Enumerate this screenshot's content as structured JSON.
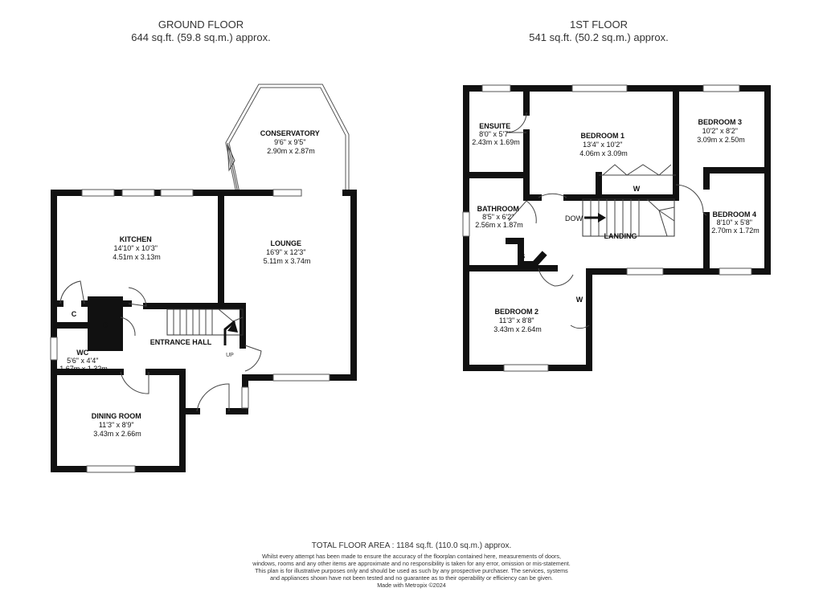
{
  "ground_floor": {
    "title": "GROUND FLOOR",
    "area": "644 sq.ft. (59.8 sq.m.) approx.",
    "rooms": {
      "conservatory": {
        "name": "CONSERVATORY",
        "imperial": "9'6\" x 9'5\"",
        "metric": "2.90m x 2.87m"
      },
      "kitchen": {
        "name": "KITCHEN",
        "imperial": "14'10\" x 10'3\"",
        "metric": "4.51m x 3.13m"
      },
      "lounge": {
        "name": "LOUNGE",
        "imperial": "16'9\" x 12'3\"",
        "metric": "5.11m x 3.74m"
      },
      "entrance_hall": {
        "name": "ENTRANCE HALL"
      },
      "wc": {
        "name": "WC",
        "imperial": "5'6\" x 4'4\"",
        "metric": "1.67m x 1.32m"
      },
      "dining_room": {
        "name": "DINING ROOM",
        "imperial": "11'3\" x 8'9\"",
        "metric": "3.43m x 2.66m"
      }
    },
    "cupboard_label": "C",
    "up_label": "UP"
  },
  "first_floor": {
    "title": "1ST FLOOR",
    "area": "541 sq.ft. (50.2 sq.m.) approx.",
    "rooms": {
      "ensuite": {
        "name": "ENSUITE",
        "imperial": "8'0\" x 5'7\"",
        "metric": "2.43m x 1.69m"
      },
      "bedroom1": {
        "name": "BEDROOM 1",
        "imperial": "13'4\" x 10'2\"",
        "metric": "4.06m x 3.09m"
      },
      "bedroom3": {
        "name": "BEDROOM 3",
        "imperial": "10'2\" x 8'2\"",
        "metric": "3.09m x 2.50m"
      },
      "bathroom": {
        "name": "BATHROOM",
        "imperial": "8'5\" x 6'2\"",
        "metric": "2.56m x 1.87m"
      },
      "bedroom4": {
        "name": "BEDROOM 4",
        "imperial": "8'10\" x 5'8\"",
        "metric": "2.70m x 1.72m"
      },
      "landing": {
        "name": "LANDING"
      },
      "bedroom2": {
        "name": "BEDROOM 2",
        "imperial": "11'3\" x 8'8\"",
        "metric": "3.43m x 2.64m"
      }
    },
    "wardrobe_label": "W",
    "boiler_label": "B",
    "down_label": "DOW"
  },
  "footer": {
    "total": "TOTAL FLOOR AREA : 1184 sq.ft. (110.0 sq.m.) approx.",
    "disclaimer": "Whilst every attempt has been made to ensure the accuracy of the floorplan contained here, measurements of doors, windows, rooms and any other items are approximate and no responsibility is taken for any error, omission or mis-statement. This plan is for illustrative purposes only and should be used as such by any prospective purchaser. The services, systems and appliances shown have not been tested and no guarantee as to their operability or efficiency can be given.",
    "credit": "Made with Metropix ©2024"
  }
}
